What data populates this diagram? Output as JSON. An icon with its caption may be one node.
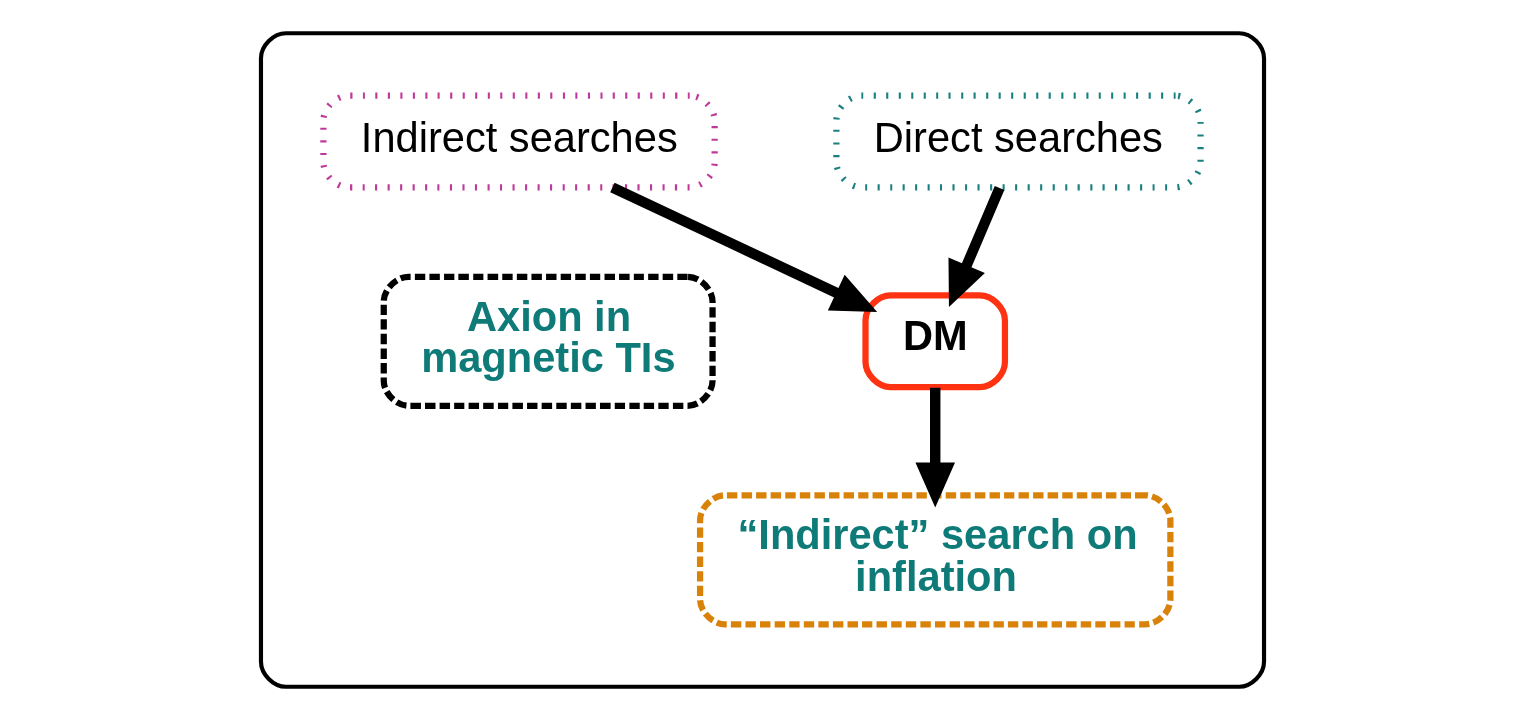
{
  "diagram": {
    "nodes": [
      {
        "text": [],
        "shape": "box"
      },
      {
        "text": [
          "Direct searches"
        ],
        "in": 0
      },
      {
        "text": [
          "Indirect searches"
        ],
        "in": 0
      },
      {
        "text": [
          "Axion in magnetic TIs"
        ],
        "in": 0
      },
      {
        "text": [
          "DM"
        ],
        "in": 0
      },
      {
        "text": [
          "“Indirect” search on inflation"
        ],
        "in": 0
      }
    ],
    "edges": [
      {
        "from": 1,
        "to": 4,
        "arrow": "to"
      },
      {
        "from": 2,
        "to": 4,
        "arrow": "to"
      },
      {
        "from": 4,
        "to": 5,
        "arrow": "to"
      }
    ]
  }
}
